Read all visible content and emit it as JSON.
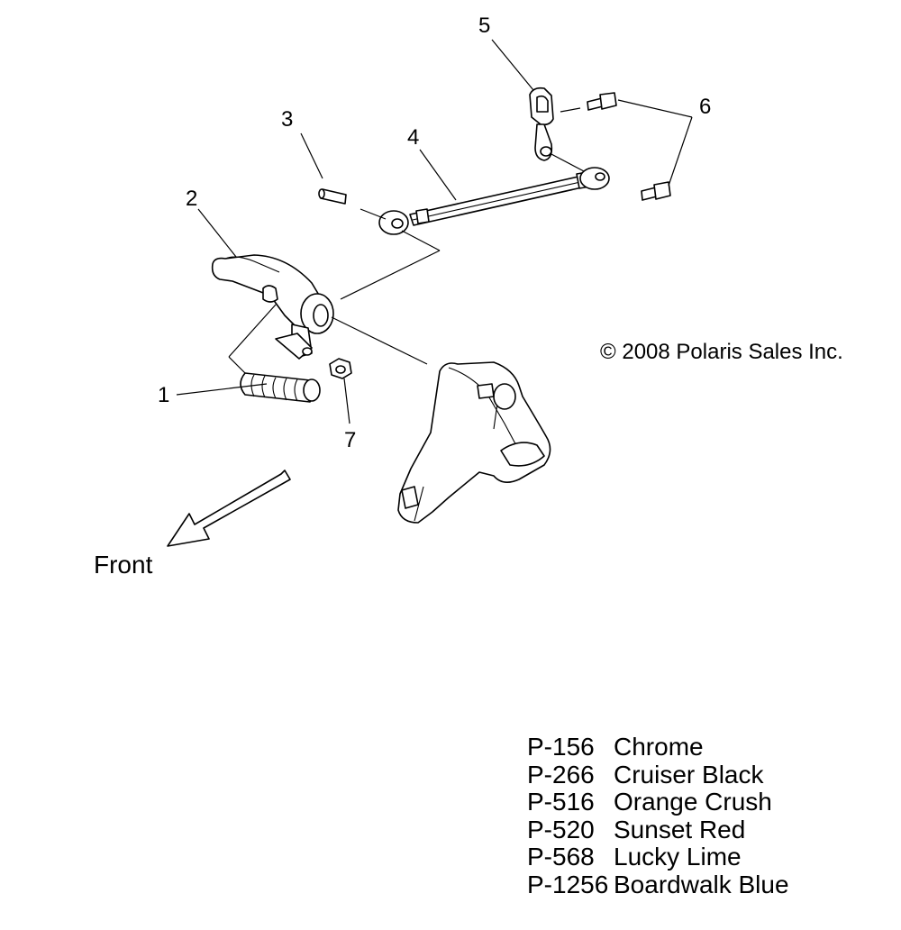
{
  "callouts": [
    "1",
    "2",
    "3",
    "4",
    "5",
    "6",
    "7"
  ],
  "copyright": "© 2008 Polaris Sales Inc.",
  "front_label": "Front",
  "icons": [
    "shift-pedal",
    "shift-arm",
    "pin",
    "shift-rod",
    "shift-linkage-arm",
    "bolt",
    "nut",
    "footrest-bracket",
    "front-direction-arrow"
  ],
  "color_options": [
    {
      "code": "P-156",
      "name": "Chrome"
    },
    {
      "code": "P-266",
      "name": "Cruiser Black"
    },
    {
      "code": "P-516",
      "name": "Orange Crush"
    },
    {
      "code": "P-520",
      "name": "Sunset Red"
    },
    {
      "code": "P-568",
      "name": "Lucky Lime"
    },
    {
      "code": "P-1256",
      "name": "Boardwalk Blue"
    }
  ]
}
